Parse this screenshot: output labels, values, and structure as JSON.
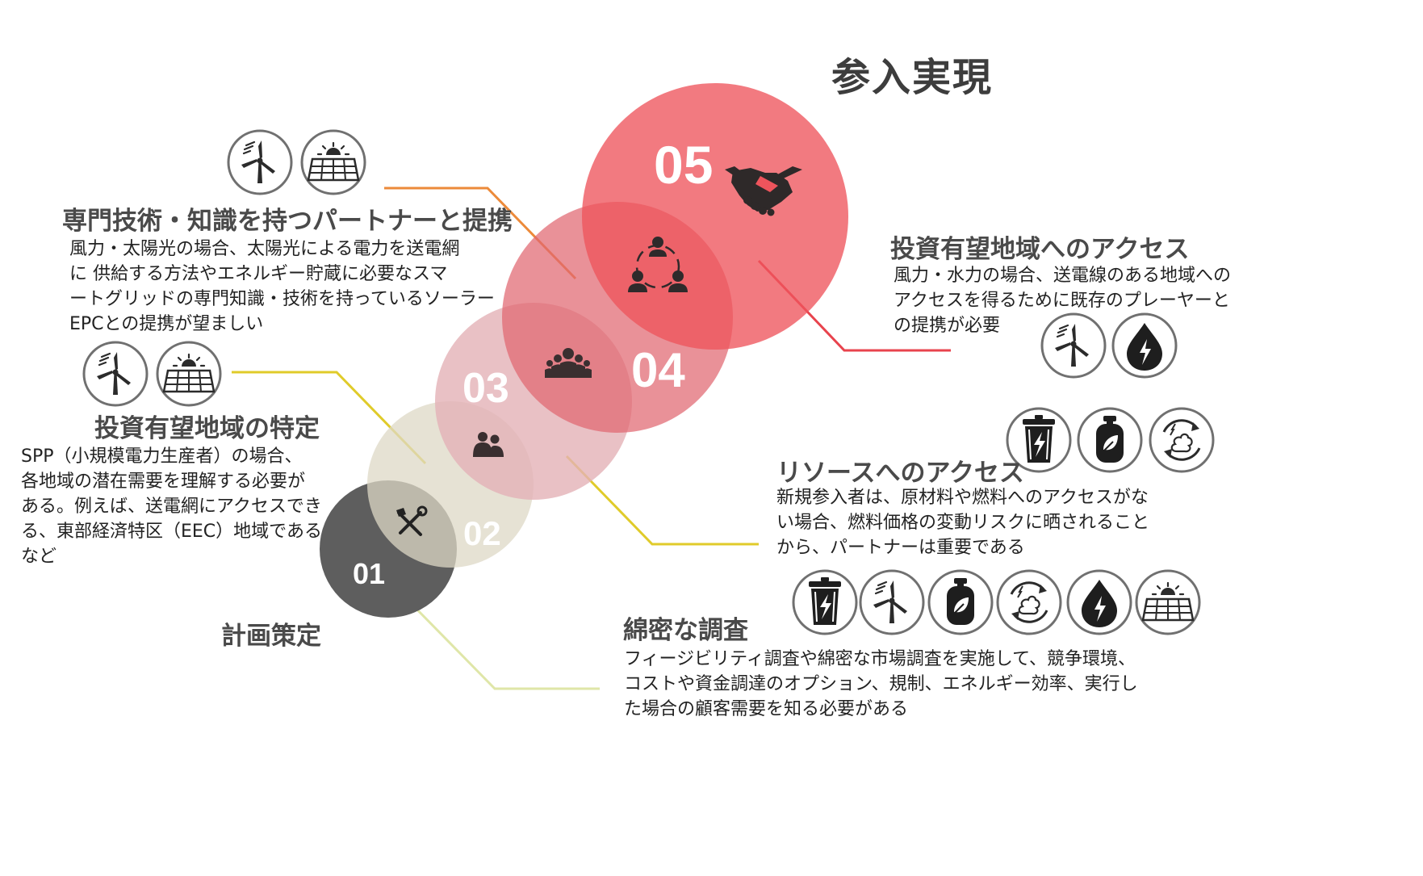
{
  "title": "参入実現",
  "steps": [
    {
      "number": "01",
      "heading": "計画策定",
      "icon": "tools-icon"
    },
    {
      "number": "02",
      "heading": "綿密な調査",
      "body": "フィージビリティ調査や綿密な市場調査を実施して、競争環境、\nコストや資金調達のオプション、規制、エネルギー効率、実行し\nた場合の顧客需要を知る必要がある",
      "icon": "person-pair-icon",
      "resource_icons": [
        "recycle-bin-icon",
        "wind-turbine-icon",
        "gas-cylinder-icon",
        "biomass-cycle-icon",
        "hydro-drop-icon",
        "solar-panel-icon"
      ]
    },
    {
      "number": "03",
      "heading": "投資有望地域の特定",
      "body": "SPP（小規模電力生産者）の場合、\n各地域の潜在需要を理解する必要が\nある。例えば、送電網にアクセスでき\nる、東部経済特区（EEC）地域である\nなど",
      "icon": "group-icon",
      "resource_icons": [
        "wind-turbine-icon",
        "solar-panel-icon"
      ]
    },
    {
      "number": "04",
      "heading": "リソースへのアクセス",
      "body": "新規参入者は、原材料や燃料へのアクセスがな\nい場合、燃料価格の変動リスクに晒されること\nから、パートナーは重要である",
      "icon": "team-circle-icon",
      "resource_icons": [
        "recycle-bin-icon",
        "gas-cylinder-icon",
        "biomass-cycle-icon"
      ]
    },
    {
      "number": "05",
      "heading": "投資有望地域へのアクセス",
      "body": "風力・水力の場合、送電線のある地域への\nアクセスを得るために既存のプレーヤーと\nの提携が必要",
      "icon": "handshake-icon",
      "resource_icons": [
        "wind-turbine-icon",
        "hydro-drop-icon"
      ]
    },
    {
      "heading": "専門技術・知識を持つパートナーと提携",
      "body": "風力・太陽光の場合、太陽光による電力を送電網\nに 供給する方法やエネルギー貯蔵に必要なスマ\nートグリッドの専門知識・技術を持っているソーラー\nEPCとの提携が望ましい",
      "resource_icons": [
        "wind-turbine-icon",
        "solar-panel-icon"
      ]
    }
  ],
  "colors": {
    "circle01": "#5e5e5e",
    "circle02": "#ddd8c5",
    "circle03": "#e3b2b6",
    "circle04": "#e06670",
    "circle05": "#ee545c",
    "line_yellow": "#e0cb2a",
    "line_orange": "#ec8a3a",
    "line_red": "#e8434d",
    "line_lightgreen": "#dfe6a8"
  }
}
